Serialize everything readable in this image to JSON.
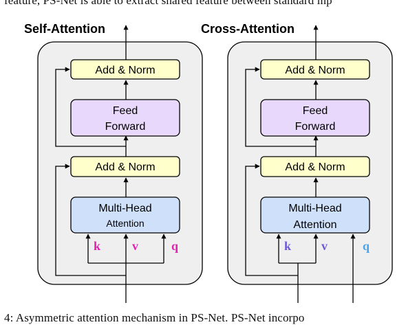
{
  "top_text": "feature, PS-Net is able to extract shared feature between standard inp",
  "caption": "4: Asymmetric attention mechanism in PS-Net. PS-Net incorpo",
  "colors": {
    "panel": "#efefef",
    "add_norm": "#ffffcc",
    "feed_forward": "#e8d8fb",
    "attention": "#cfe0fb",
    "self_k": "#e020b0",
    "self_v": "#e020b0",
    "self_q": "#e020b0",
    "cross_k": "#6a5ad8",
    "cross_v": "#6a5ad8",
    "cross_q": "#4aa3e8"
  },
  "self_attention": {
    "title": "Self-Attention",
    "add_norm_top": "Add & Norm",
    "feed_forward_line1": "Feed",
    "feed_forward_line2": "Forward",
    "add_norm_bottom": "Add & Norm",
    "attention_line1": "Multi-Head",
    "attention_line2": "Attention",
    "k": "k",
    "v": "v",
    "q": "q"
  },
  "cross_attention": {
    "title": "Cross-Attention",
    "add_norm_top": "Add & Norm",
    "feed_forward_line1": "Feed",
    "feed_forward_line2": "Forward",
    "add_norm_bottom": "Add & Norm",
    "attention_line1": "Multi-Head",
    "attention_line2": "Attention",
    "k": "k",
    "v": "v",
    "q": "q"
  }
}
